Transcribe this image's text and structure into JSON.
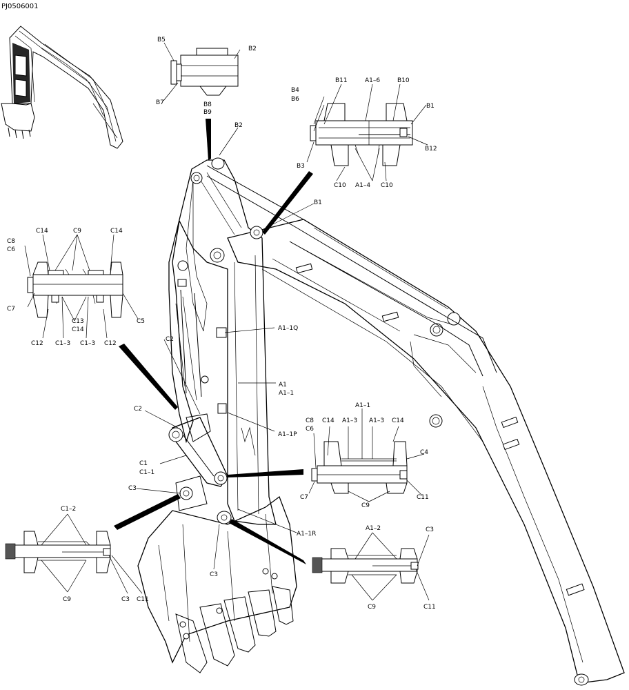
{
  "drawing_code": "PJ0506001",
  "labels": {
    "B5": "B5",
    "B2": "B2",
    "B7": "B7",
    "B8": "B8",
    "B9": "B9",
    "B4": "B4",
    "B6": "B6",
    "B11": "B11",
    "A1_6": "A1–6",
    "B10": "B10",
    "B1": "B1",
    "B12": "B12",
    "B3": "B3",
    "C10": "C10",
    "A1_4": "A1–4",
    "C8": "C8",
    "C6": "C6",
    "C14": "C14",
    "C9": "C9",
    "C7": "C7",
    "C13": "C13",
    "C5": "C5",
    "C12": "C12",
    "C1_3": "C1–3",
    "C2": "C2",
    "C1": "C1",
    "C1_1": "C1–1",
    "C3": "C3",
    "A1_1Q": "A1–1Q",
    "A1": "A1",
    "A1_1": "A1–1",
    "A1_1P": "A1–1P",
    "A1_1R": "A1–1R",
    "A1_3": "A1–3",
    "C4": "C4",
    "C11": "C11",
    "C1_2": "C1–2",
    "A1_2": "A1–2"
  }
}
